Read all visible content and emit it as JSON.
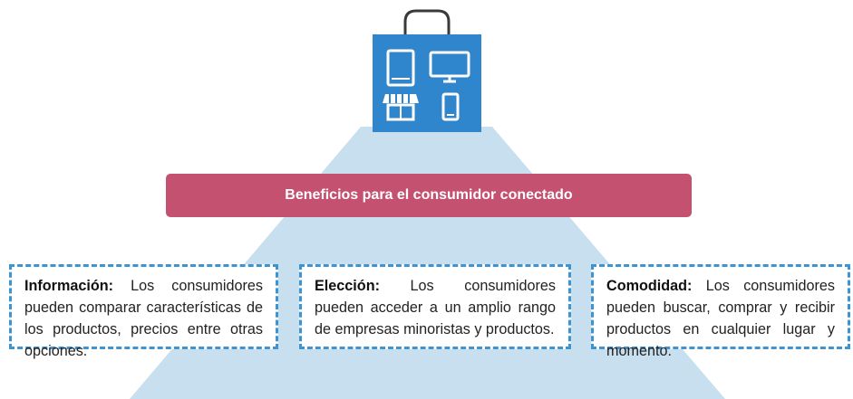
{
  "banner": {
    "text": "Beneficios para el consumidor conectado"
  },
  "benefits": [
    {
      "title": "Información:",
      "text": "Los consumidores pueden comparar características de los productos, precios entre otras opciones."
    },
    {
      "title": "Elección:",
      "text": "Los consumidores pueden acceder a un amplio rango de empresas minoristas y productos."
    },
    {
      "title": "Comodidad:",
      "text": "Los consumidores pueden buscar, comprar y recibir productos en cualquier lugar y momento."
    }
  ],
  "icons": [
    "shopping-bag-icon",
    "tablet-icon",
    "monitor-icon",
    "storefront-icon",
    "smartphone-icon"
  ],
  "colors": {
    "bag_blue": "#2f86cc",
    "banner": "#c4516f",
    "trapezoid": "#c8dff0",
    "dashed_border": "#3d94d1"
  }
}
